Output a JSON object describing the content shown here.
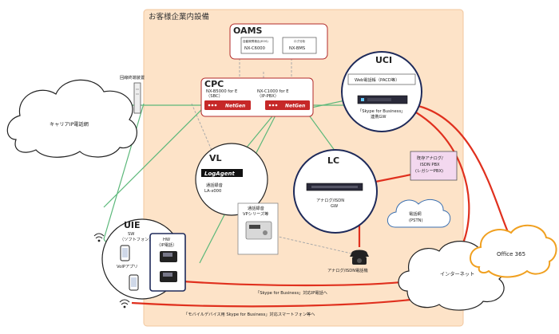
{
  "region": {
    "title": "お客様企業内設備"
  },
  "oams": {
    "title": "OAMS",
    "box1_top": "自動故障検出(EOS)",
    "box1": "NX-C6000",
    "box2_top": "ログ分析",
    "box2": "NX-BMS"
  },
  "termination": {
    "label": "回線終端装置"
  },
  "carrier": {
    "label": "キャリアIP電話網"
  },
  "cpc": {
    "title": "CPC",
    "sbc_line1": "NX-B5000 for E",
    "sbc_line2": "（SBC）",
    "pbx_line1": "NX-C1000 for E",
    "pbx_line2": "（IP-PBX）",
    "brand": "NetGen"
  },
  "uci": {
    "title": "UCI",
    "box": "Web電話帳（PACD等）",
    "caption_line1": "「Skype for Business」",
    "caption_line2": "連携GW"
  },
  "vl": {
    "title": "VL",
    "logo": "LogAgent",
    "line1": "通話録音",
    "line2": "LA-x000",
    "box_line1": "通話録音",
    "box_line2": "VPシリーズ等"
  },
  "lc": {
    "title": "LC",
    "line1": "アナログ/ISDN",
    "line2": "GW"
  },
  "pbx_box": {
    "line1": "既存アナログ/",
    "line2": "ISDN PBX",
    "line3": "(レガシーPBX)"
  },
  "pstn": {
    "line1": "電話網",
    "line2": "(PSTN)"
  },
  "uie": {
    "title": "UIE",
    "sw_line1": "SW",
    "sw_line2": "（ソフトフォン）",
    "voip": "VoIPアプリ"
  },
  "hw": {
    "line1": "HW",
    "line2": "（IP電話）"
  },
  "analog_phone": {
    "label": "アナログ/ISDN電話機"
  },
  "internet": {
    "label": "インターネット"
  },
  "office365": {
    "label": "Office 365"
  },
  "bottom1": "「Skype for Business」対応IP電話へ",
  "bottom2": "「モバイルデバイス用 Skype for Business」対応スマートフォン等へ",
  "colors": {
    "region_fill": "#fde3c8",
    "green_line": "#5cb87a",
    "red_line": "#e0301e",
    "gray_dash": "#aaaaaa",
    "navy_circle": "#1e2a5a",
    "cpc_border": "#b22a2a",
    "pbx_box_fill": "#f3d8ef",
    "office365_border": "#f0a020"
  },
  "icons": {
    "device": "red-netgen-device-icon",
    "phone": "desk-phone-icon",
    "mobile": "smartphone-icon",
    "wifi": "wifi-icon",
    "cloud": "cloud-icon"
  }
}
